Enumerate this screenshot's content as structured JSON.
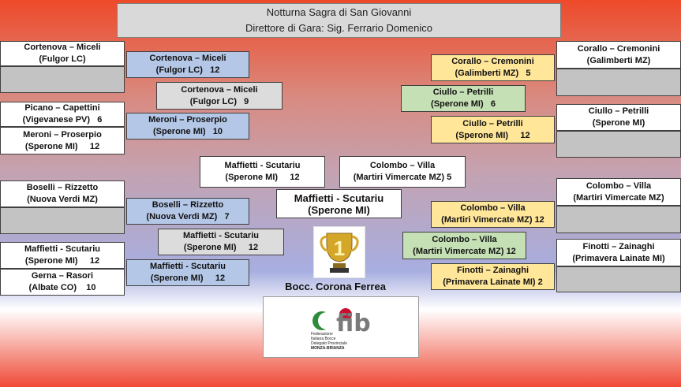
{
  "header": {
    "line1": "Notturna Sagra di San Giovanni",
    "line2": "Direttore di Gara: Sig. Ferrario Domenico"
  },
  "left_r1": [
    {
      "team": "Cortenova – Miceli",
      "club": "(Fulgor LC)",
      "score": ""
    },
    {
      "team": "",
      "club": "",
      "score": ""
    },
    {
      "team": "Picano – Capettini",
      "club": "(Vigevanese PV)",
      "score": "6"
    },
    {
      "team": "Meroni – Proserpio",
      "club": "(Sperone MI)",
      "score": "12"
    },
    {
      "team": "Boselli – Rizzetto",
      "club": "(Nuova Verdi MZ)",
      "score": ""
    },
    {
      "team": "",
      "club": "",
      "score": ""
    },
    {
      "team": "Maffietti - Scutariu",
      "club": "(Sperone MI)",
      "score": "12"
    },
    {
      "team": "Gerna – Rasori",
      "club": "(Albate CO)",
      "score": "10"
    }
  ],
  "left_r2": [
    {
      "team": "Cortenova – Miceli",
      "club": "(Fulgor LC)",
      "score": "12"
    },
    {
      "team": "Meroni – Proserpio",
      "club": "(Sperone MI)",
      "score": "10"
    },
    {
      "team": "Boselli – Rizzetto",
      "club": "(Nuova Verdi MZ)",
      "score": "7"
    },
    {
      "team": "Maffietti - Scutariu",
      "club": "(Sperone MI)",
      "score": "12"
    }
  ],
  "left_r3": [
    {
      "team": "Cortenova – Miceli",
      "club": "(Fulgor LC)",
      "score": "9"
    },
    {
      "team": "Maffietti - Scutariu",
      "club": "(Sperone MI)",
      "score": "12"
    }
  ],
  "semi_left": {
    "team": "Maffietti - Scutariu",
    "club": "(Sperone MI)",
    "score": "12"
  },
  "semi_right": {
    "team": "Colombo – Villa",
    "club": "(Martiri Vimercate MZ)",
    "score": "5"
  },
  "final": {
    "team": "Maffietti - Scutariu",
    "club": "(Sperone MI)"
  },
  "right_r1": [
    {
      "team": "Corallo – Cremonini",
      "club": "(Galimberti MZ)"
    },
    {
      "team": "",
      "club": ""
    },
    {
      "team": "Ciullo – Petrilli",
      "club": "(Sperone MI)"
    },
    {
      "team": "",
      "club": ""
    },
    {
      "team": "Colombo – Villa",
      "club": "(Martiri Vimercate MZ)"
    },
    {
      "team": "",
      "club": ""
    },
    {
      "team": "Finotti – Zainaghi",
      "club": "(Primavera Lainate MI)"
    },
    {
      "team": "",
      "club": ""
    }
  ],
  "right_r2": [
    {
      "team": "Corallo – Cremonini",
      "club": "(Galimberti MZ)",
      "score": "5"
    },
    {
      "team": "Ciullo – Petrilli",
      "club": "(Sperone MI)",
      "score": "12"
    },
    {
      "team": "Colombo – Villa",
      "club": "(Martiri Vimercate MZ)",
      "score": "12"
    },
    {
      "team": "Finotti – Zainaghi",
      "club": "(Primavera Lainate MI)",
      "score": "2"
    }
  ],
  "right_r3": [
    {
      "team": "Ciullo – Petrilli",
      "club": "(Sperone MI)",
      "score": "6"
    },
    {
      "team": "Colombo – Villa",
      "club": "(Martiri Vimercate MZ)",
      "score": "12"
    }
  ],
  "trophy_label": "Bocc. Corona Ferrea",
  "logo": {
    "word": "fib",
    "line1": "Federazione",
    "line2": "Italiana Bocce",
    "line3": "Delegato Provinciale",
    "line4": "MONZA-BRIANZA"
  }
}
